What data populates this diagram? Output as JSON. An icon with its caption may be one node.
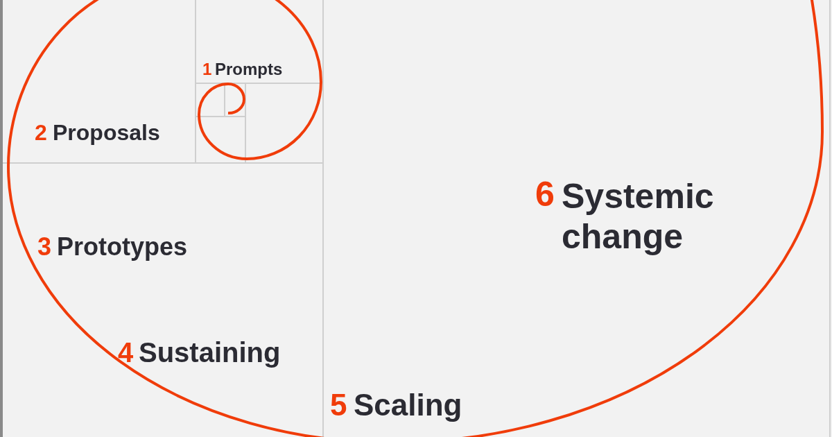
{
  "diagram": {
    "labels": [
      "1",
      "Prompts",
      "2",
      "Proposals",
      "6",
      "Systemic change",
      "3",
      "Prototypes",
      "4",
      "Sustaining",
      "5",
      "Scaling"
    ]
  }
}
